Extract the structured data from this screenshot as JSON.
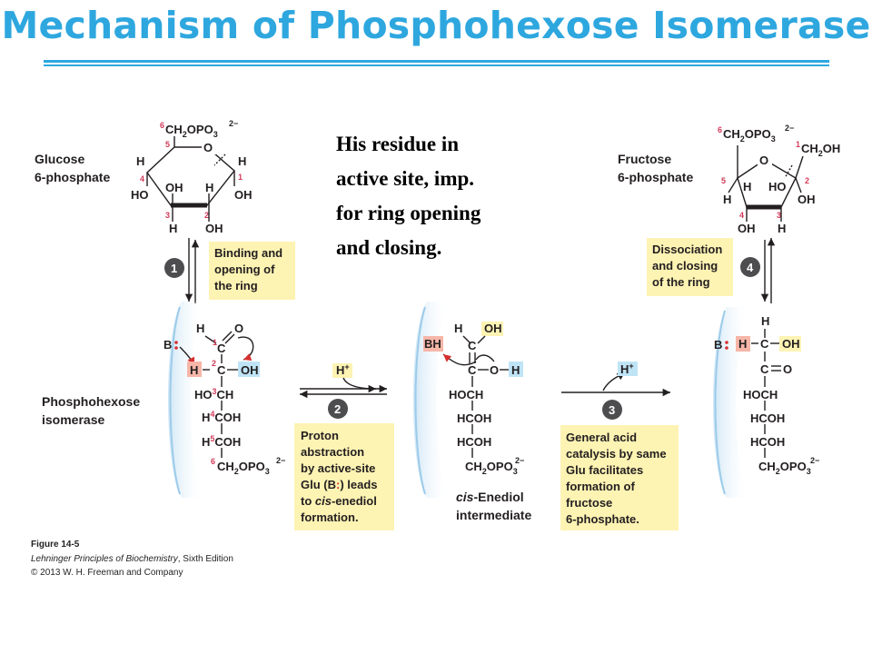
{
  "title": "Mechanism of Phosphohexose Isomerase",
  "note": [
    "His residue in",
    "active site, imp.",
    "for ring opening",
    "and closing."
  ],
  "glucose_label": [
    "Glucose",
    "6-phosphate"
  ],
  "fructose_label": [
    "Fructose",
    "6-phosphate"
  ],
  "enzyme_label": [
    "Phosphohexose",
    "isomerase"
  ],
  "enediol_label": [
    "cis",
    "-Enediol",
    "intermediate"
  ],
  "steps": [
    {
      "num": "1",
      "text": [
        "Binding and",
        "opening of",
        "the ring"
      ]
    },
    {
      "num": "2",
      "text": [
        "Proton",
        "abstraction",
        "by active-site",
        "Glu (B",
        ") leads",
        "to ",
        "cis",
        "-enediol",
        "formation."
      ]
    },
    {
      "num": "3",
      "text": [
        "General acid",
        "catalysis by same",
        "Glu facilitates",
        "formation of",
        "fructose",
        "6-phosphate."
      ]
    },
    {
      "num": "4",
      "text": [
        "Dissociation",
        "and closing",
        "of the ring"
      ]
    }
  ],
  "proton": "H",
  "chem": {
    "ch2opo3": "CH",
    "two": "2",
    "opo": "OPO",
    "three": "3",
    "charge": "2−",
    "O": "O",
    "H": "H",
    "OH": "OH",
    "HO": "HO",
    "C": "C",
    "B": "B",
    "BH": "BH",
    "HOCH": "HOCH",
    "HCOH": "HCOH",
    "HO3CH": "HO",
    "CH": "CH",
    "COH": "COH",
    "CH2OH": "CH",
    "OHsub": "OH",
    "OeqC": "O"
  },
  "ring_numbers": {
    "one": "1",
    "two": "2",
    "three": "3",
    "four": "4",
    "five": "5",
    "six": "6"
  },
  "caption": {
    "figure": "Figure 14-5",
    "book": "Lehninger Principles of Biochemistry",
    "edition": ", Sixth Edition",
    "copyright": "© 2013 W. H. Freeman and Company"
  },
  "colors": {
    "title": "#2ea7df",
    "step_box": "#fdf3b3",
    "highlight_red": "#f6b6a8",
    "highlight_blue": "#bfe4f6",
    "arrow_red": "#d62e2e",
    "enzyme_shade": "#d7ebf8"
  }
}
